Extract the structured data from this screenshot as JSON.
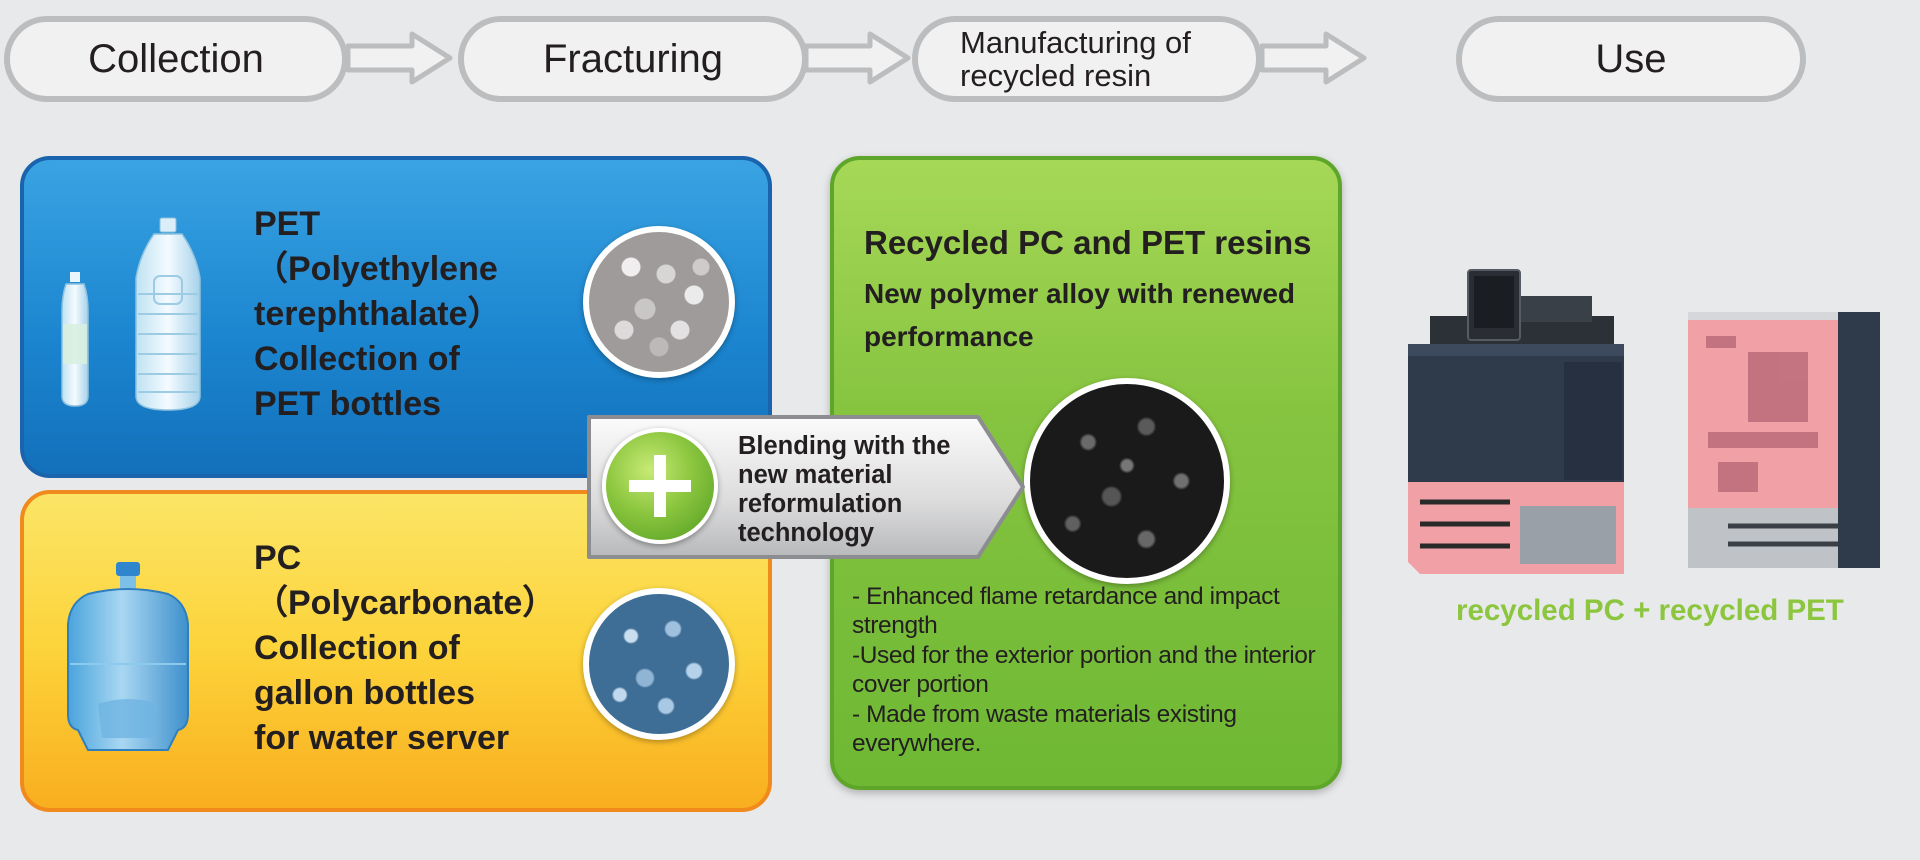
{
  "process": {
    "steps": [
      {
        "label": "Collection"
      },
      {
        "label": "Fracturing"
      },
      {
        "label_line1": "Manufacturing of",
        "label_line2": "recycled resin"
      },
      {
        "label": "Use"
      }
    ]
  },
  "pet_panel": {
    "line1": "PET",
    "line2": "（Polyethylene",
    "line3": "terephthalate）",
    "line4": "Collection of",
    "line5": "PET bottles"
  },
  "pc_panel": {
    "line1": "PC",
    "line2": "（Polycarbonate）",
    "line3": "Collection of",
    "line4": "gallon bottles",
    "line5": "for water server"
  },
  "blend": {
    "line1": "Blending with the",
    "line2": "new material",
    "line3": "reformulation",
    "line4": "technology"
  },
  "result": {
    "title": "Recycled PC and PET resins",
    "subtitle": "New polymer alloy with renewed performance",
    "bullets": [
      "- Enhanced flame retardance and impact strength",
      "-Used for the exterior portion and the interior cover portion",
      "- Made from waste materials existing everywhere."
    ]
  },
  "use": {
    "caption": "recycled PC + recycled PET"
  },
  "colors": {
    "pet_blue": "#1c86d0",
    "pc_yellow": "#fcd33a",
    "result_green": "#86c440",
    "caption_green": "#8cc63f",
    "recycled_part_pink": "#f1a0a6"
  },
  "icons": [
    "arrow-right-icon",
    "plus-icon",
    "pet-bottle-icon",
    "gallon-bottle-icon",
    "printer-icon"
  ]
}
